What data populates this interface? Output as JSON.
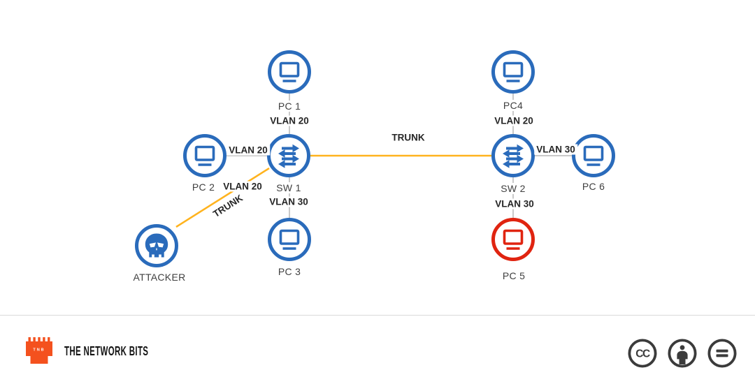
{
  "diagram": {
    "nodes": {
      "pc1": {
        "label": "PC 1",
        "icon": "pc-icon"
      },
      "pc2": {
        "label": "PC 2",
        "icon": "pc-icon"
      },
      "pc3": {
        "label": "PC 3",
        "icon": "pc-icon"
      },
      "pc4": {
        "label": "PC4",
        "icon": "pc-icon"
      },
      "pc5": {
        "label": "PC 5",
        "icon": "pc-icon"
      },
      "pc6": {
        "label": "PC 6",
        "icon": "pc-icon"
      },
      "sw1": {
        "label": "SW 1",
        "icon": "switch-icon"
      },
      "sw2": {
        "label": "SW 2",
        "icon": "switch-icon"
      },
      "attacker": {
        "label": "ATTACKER",
        "icon": "skull-icon"
      }
    },
    "link_labels": {
      "pc1_sw1": "VLAN 20",
      "pc2_sw1": "VLAN 20",
      "attacker_sw1_vlan": "VLAN 20",
      "attacker_sw1_trunk": "TRUNK",
      "sw1_pc3": "VLAN 30",
      "sw1_sw2_trunk": "TRUNK",
      "pc4_sw2": "VLAN 20",
      "sw2_pc6": "VLAN 30",
      "sw2_pc5": "VLAN 30"
    },
    "colors": {
      "device_blue": "#2a6bbb",
      "victim_red": "#e02410",
      "trunk_orange": "#ffb31e",
      "access_link_gray": "#c9c9c9"
    }
  },
  "footer": {
    "logo_text": "TNB",
    "brand": "THE NETWORK BITS",
    "cc_label": "CC",
    "license_icons": [
      "creative-commons",
      "attribution",
      "no-derivatives"
    ]
  }
}
